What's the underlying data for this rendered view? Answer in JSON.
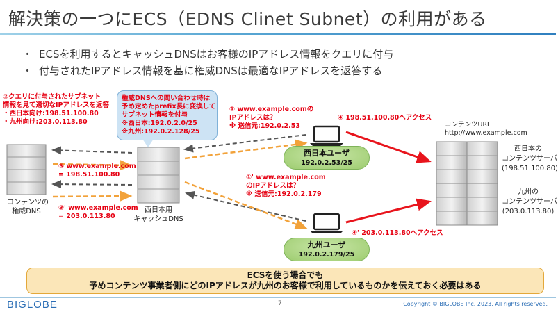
{
  "title": "解決策の一つにECS（EDNS Clinet Subnet）の利用がある",
  "bullets": [
    "ECSを利用するとキャッシュDNSはお客様のIPアドレス情報をクエリに付与",
    "付与されたIPアドレス情報を基に権威DNSは最適なIPアドレスを返答する"
  ],
  "auth_dns_note": {
    "line1": "②クエリに付与されたサブネット",
    "line2": "情報を見て適切なIPアドレスを返答",
    "line3": "・西日本向け:198.51.100.80",
    "line4": "・九州向け:203.0.113.80"
  },
  "bubble": {
    "line1": "権威DNSへの問い合わせ時は",
    "line2": "予め定めたprefix長に変換して",
    "line3": "サブネット情報を付与",
    "line4": "※西日本:192.0.2.0/25",
    "line5": "※九州:192.0.2.128/25"
  },
  "auth_dns_label": {
    "line1": "コンテンツの",
    "line2": "権威DNS"
  },
  "cache_dns_label": {
    "line1": "西日本用",
    "line2": "キャッシュDNS"
  },
  "answer3": {
    "line1": "③ www.example.com",
    "line2": "= 198.51.100.80"
  },
  "answer3b": {
    "line1": "③' www.example.com",
    "line2": "= 203.0.113.80"
  },
  "query1": {
    "line1": "① www.example.comの",
    "line2": "IPアドレスは？",
    "line3": "※ 送信元:192.0.2.53"
  },
  "query1b": {
    "line1": "①' www.example.com",
    "line2": "のIPアドレスは？",
    "line3": "※ 送信元:192.0.2.179"
  },
  "access4": "④ 198.51.100.80へアクセス",
  "access4b": "④' 203.0.113.80へアクセス",
  "user_west": {
    "name": "西日本ユーザ",
    "ip": "192.0.2.53/25"
  },
  "user_kyushu": {
    "name": "九州ユーザ",
    "ip": "192.0.2.179/25"
  },
  "contents_url": {
    "line1": "コンテンツURL",
    "line2": "http://www.example.com"
  },
  "server_west": {
    "line1": "西日本の",
    "line2": "コンテンツサーバ",
    "line3": "(198.51.100.80)"
  },
  "server_kyushu": {
    "line1": "九州の",
    "line2": "コンテンツサーバ",
    "line3": "(203.0.113.80)"
  },
  "bottom_box": {
    "line1": "ECSを使う場合でも",
    "line2": "予めコンテンツ事業者側にどのIPアドレスが九州のお客様で利用しているものかを伝えておく必要はある"
  },
  "footer": {
    "logo": "BIGLOBE",
    "page": "7",
    "copyright": "Copyright © BIGLOBE Inc. 2023, All rights reserved."
  },
  "colors": {
    "red_text": "#e60012",
    "orange_arrow": "#f2a23a",
    "red_arrow": "#e8141c",
    "dark_dash": "#555555",
    "user_green": "#9dcc6f",
    "bubble_blue": "#cde3f4",
    "box_orange": "#fbe6b8"
  },
  "icons": [
    "server-rack-icon",
    "laptop-icon"
  ]
}
